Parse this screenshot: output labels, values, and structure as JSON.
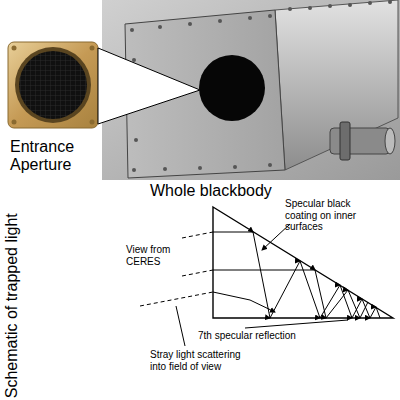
{
  "diagram": {
    "labels": [
      "Entrance Aperture",
      "Whole blackbody",
      "Schematic of trapped light",
      "Specular black coating on inner surfaces",
      "View from CERES",
      "7th specular reflection",
      "Stray light scattering into field of view"
    ]
  }
}
